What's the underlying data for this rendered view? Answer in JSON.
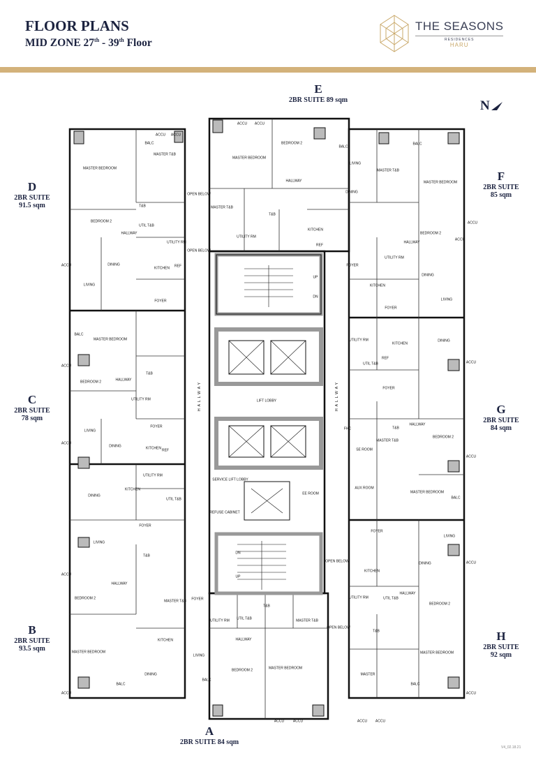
{
  "header": {
    "title": "FLOOR PLANS",
    "subtitle_prefix": "MID ZONE 27",
    "subtitle_sup1": "th",
    "subtitle_mid": " - 39",
    "subtitle_sup2": "th",
    "subtitle_suffix": " Floor"
  },
  "brand": {
    "name": "THE SEASONS",
    "line2": "RESIDENCES",
    "line3": "HARU"
  },
  "colors": {
    "accent": "#d3b27a",
    "navy": "#1c2340"
  },
  "north": "N",
  "units": {
    "E": {
      "letter": "E",
      "desc": "2BR SUITE 89 sqm"
    },
    "D": {
      "letter": "D",
      "type": "2BR SUITE",
      "area": "91.5 sqm"
    },
    "F": {
      "letter": "F",
      "type": "2BR SUITE",
      "area": "85 sqm"
    },
    "C": {
      "letter": "C",
      "type": "2BR SUITE",
      "area": "78 sqm"
    },
    "G": {
      "letter": "G",
      "type": "2BR SUITE",
      "area": "84 sqm"
    },
    "B": {
      "letter": "B",
      "type": "2BR SUITE",
      "area": "93.5 sqm"
    },
    "H": {
      "letter": "H",
      "type": "2BR SUITE",
      "area": "92 sqm"
    },
    "A": {
      "letter": "A",
      "desc": "2BR SUITE 84 sqm"
    }
  },
  "hallway_label": "HALLWAY",
  "rooms": [
    "MASTER BEDROOM",
    "MASTER T&B",
    "BALC",
    "ACCU",
    "ACCU",
    "T&B",
    "UTIL T&B",
    "UTILITY RM",
    "BEDROOM 2",
    "HALLWAY",
    "DINING",
    "KITCHEN",
    "LIVING",
    "FOYER",
    "ACCU",
    "REF",
    "OPEN BELOW",
    "OPEN BELOW",
    "ACCU",
    "ACCU",
    "MASTER BEDROOM",
    "BEDROOM 2",
    "HALLWAY",
    "MASTER T&B",
    "T&B",
    "UTILITY RM",
    "KITCHEN",
    "REF",
    "BALC",
    "MASTER T&B",
    "LIVING",
    "DINING",
    "MASTER BEDROOM",
    "BEDROOM 2",
    "HALLWAY",
    "FOYER",
    "UTILITY RM",
    "KITCHEN",
    "DINING",
    "LIVING",
    "FOYER",
    "ACCU",
    "ACCU",
    "BALC",
    "UP",
    "DN",
    "LIFT LOBBY",
    "SERVICE LIFT LOBBY",
    "EE ROOM",
    "REFUSE CABINET",
    "DN",
    "UP",
    "OPEN BELOW",
    "OPEN BELOW",
    "MASTER BEDROOM",
    "BALC",
    "ACCU",
    "T&B",
    "HALLWAY",
    "BEDROOM 2",
    "UTILITY RM",
    "FOYER",
    "LIVING",
    "DINING",
    "KITCHEN",
    "ACCU",
    "REF",
    "UTILITY RM",
    "KITCHEN",
    "DINING",
    "UTIL T&B",
    "FOYER",
    "LIVING",
    "T&B",
    "HALLWAY",
    "MASTER T&B",
    "BEDROOM 2",
    "FOYER",
    "KITCHEN",
    "MASTER BEDROOM",
    "DINING",
    "LIVING",
    "BALC",
    "ACCU",
    "ACCU",
    "UTILITY RM",
    "UTIL T&B",
    "T&B",
    "HALLWAY",
    "BEDROOM 2",
    "MASTER BEDROOM",
    "MASTER T&B",
    "BALC",
    "ACCU",
    "ACCU",
    "UTILITY RM",
    "KITCHEN",
    "DINING",
    "UTIL T&B",
    "REF",
    "FOYER",
    "T&B",
    "HALLWAY",
    "BEDROOM 2",
    "SE ROOM",
    "MASTER T&B",
    "AUX ROOM",
    "MASTER BEDROOM",
    "BALC",
    "ACCU",
    "ACCU",
    "FHC",
    "FOYER",
    "KITCHEN",
    "HALLWAY",
    "UTILITY RM",
    "UTIL T&B",
    "BEDROOM 2",
    "T&B",
    "MASTER BEDROOM",
    "MASTER",
    "BALC",
    "ACCU",
    "ACCU",
    "ACCU",
    "ACCU",
    "DINING",
    "LIVING"
  ],
  "version": "V4_02.18.21"
}
